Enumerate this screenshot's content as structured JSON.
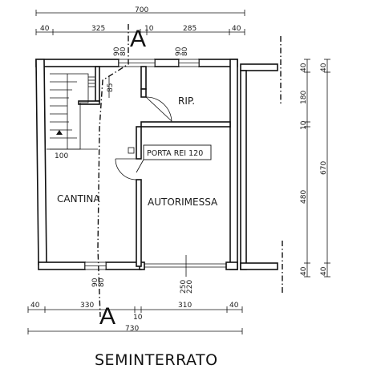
{
  "plan": {
    "title": "SEMINTERRATO",
    "section_mark": "A",
    "rooms": {
      "cantina": "CANTINA",
      "rip": "RIP.",
      "autorimessa": "AUTORIMESSA"
    },
    "door_label": "PORTA REI 120",
    "top_dims": {
      "overall": "700",
      "left_wall": "40",
      "cantina": "325",
      "mid_wall": "10",
      "rip": "285",
      "right_wall": "40"
    },
    "bottom_dims": {
      "left_wall": "40",
      "cantina": "330",
      "mid_wall": "10",
      "autorimessa": "310",
      "right_wall": "40",
      "overall": "730"
    },
    "right_dims": {
      "top_wall": "40",
      "rip": "180",
      "mid_wall": "10",
      "autorimessa": "480",
      "bottom_wall": "40",
      "overall_top": "40",
      "overall": "670",
      "overall_bottom": "40"
    },
    "window_dims": {
      "top_left_a": "90",
      "top_left_b": "80",
      "top_right_a": "90",
      "top_right_b": "80",
      "bottom_left_a": "90",
      "bottom_left_b": "80",
      "garage_a": "250",
      "garage_b": "220"
    },
    "stair_dims": {
      "landing": "85",
      "width": "100"
    }
  }
}
